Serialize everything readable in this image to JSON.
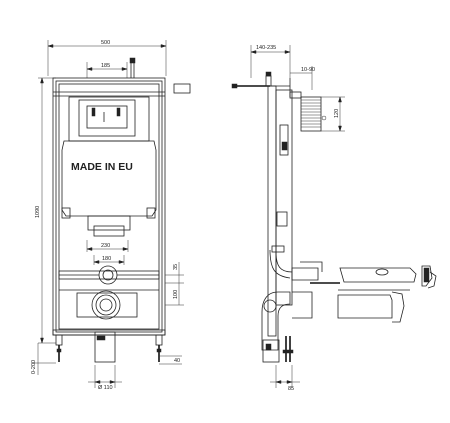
{
  "front_view": {
    "dim_width": "500",
    "dim_top": "185",
    "dim_height": "1090",
    "stamp": "MADE IN EU",
    "dim_230": "230",
    "dim_180": "180",
    "dim_35": "35",
    "dim_100": "100",
    "dim_0_200": "0-200",
    "dim_40": "40",
    "dim_110": "Ø 110"
  },
  "side_view": {
    "dim_140_235": "140-235",
    "dim_10_90": "10-90",
    "dim_120": "120",
    "dim_85": "85"
  }
}
